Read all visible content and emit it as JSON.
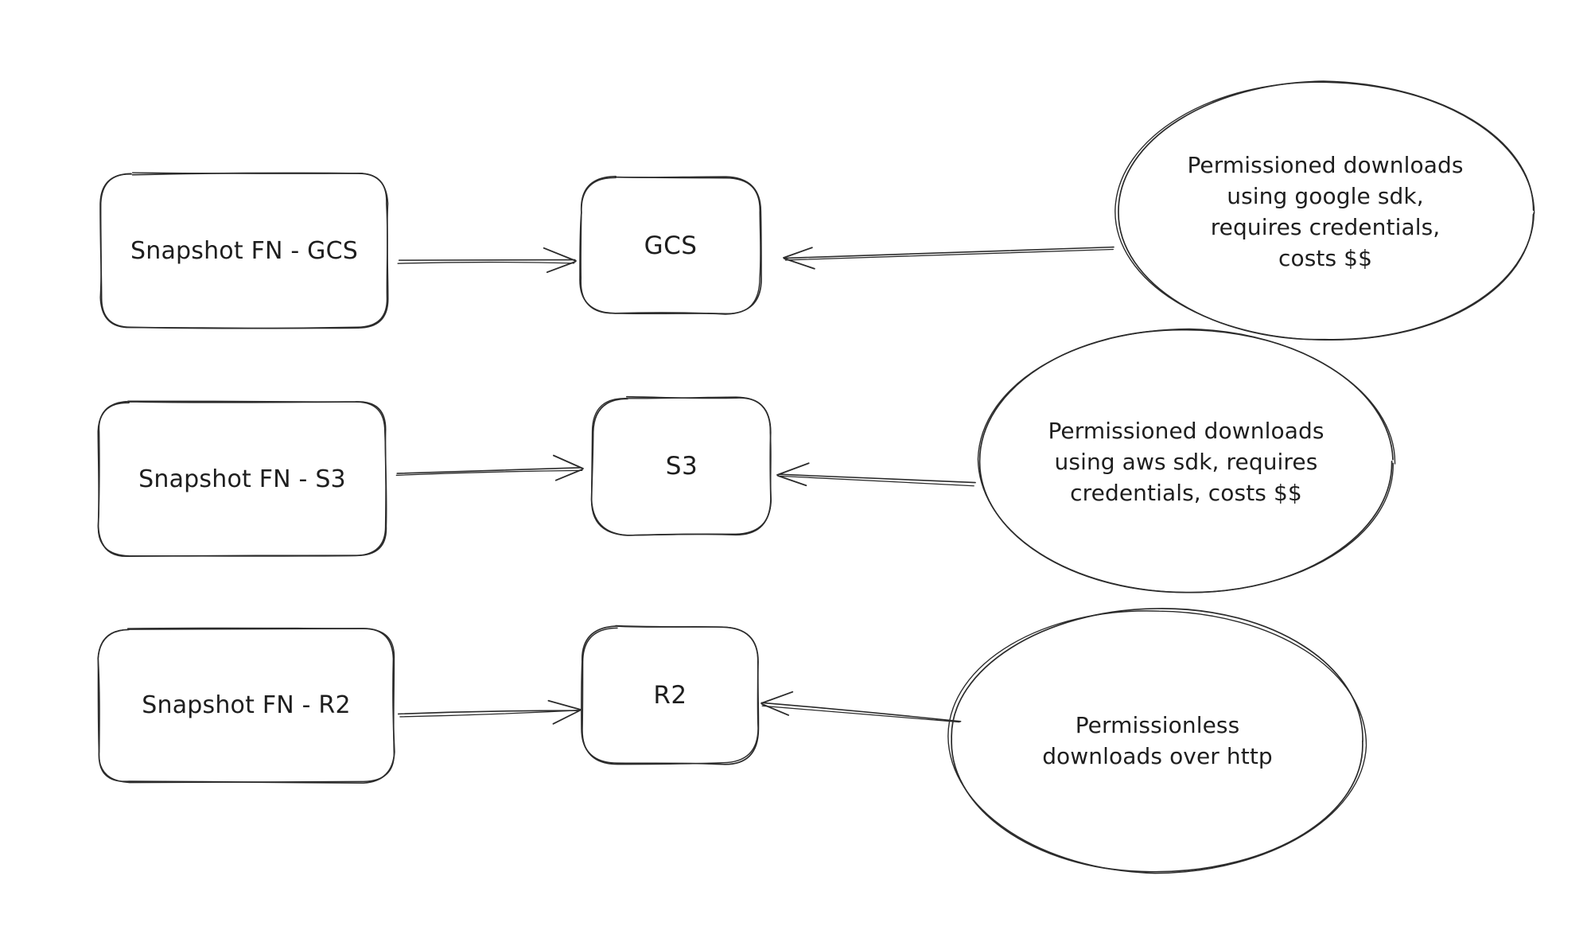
{
  "canvas": {
    "background": "#ffffff",
    "ink": "#2b2b2b"
  },
  "rows": [
    {
      "source": "Snapshot FN - GCS",
      "target": "GCS",
      "note": "Permissioned downloads\nusing google sdk,\nrequires credentials,\ncosts $$"
    },
    {
      "source": "Snapshot FN - S3",
      "target": "S3",
      "note": "Permissioned downloads\nusing aws sdk, requires\ncredentials, costs $$"
    },
    {
      "source": "Snapshot FN - R2",
      "target": "R2",
      "note": "Permissionless\ndownloads over http"
    }
  ]
}
